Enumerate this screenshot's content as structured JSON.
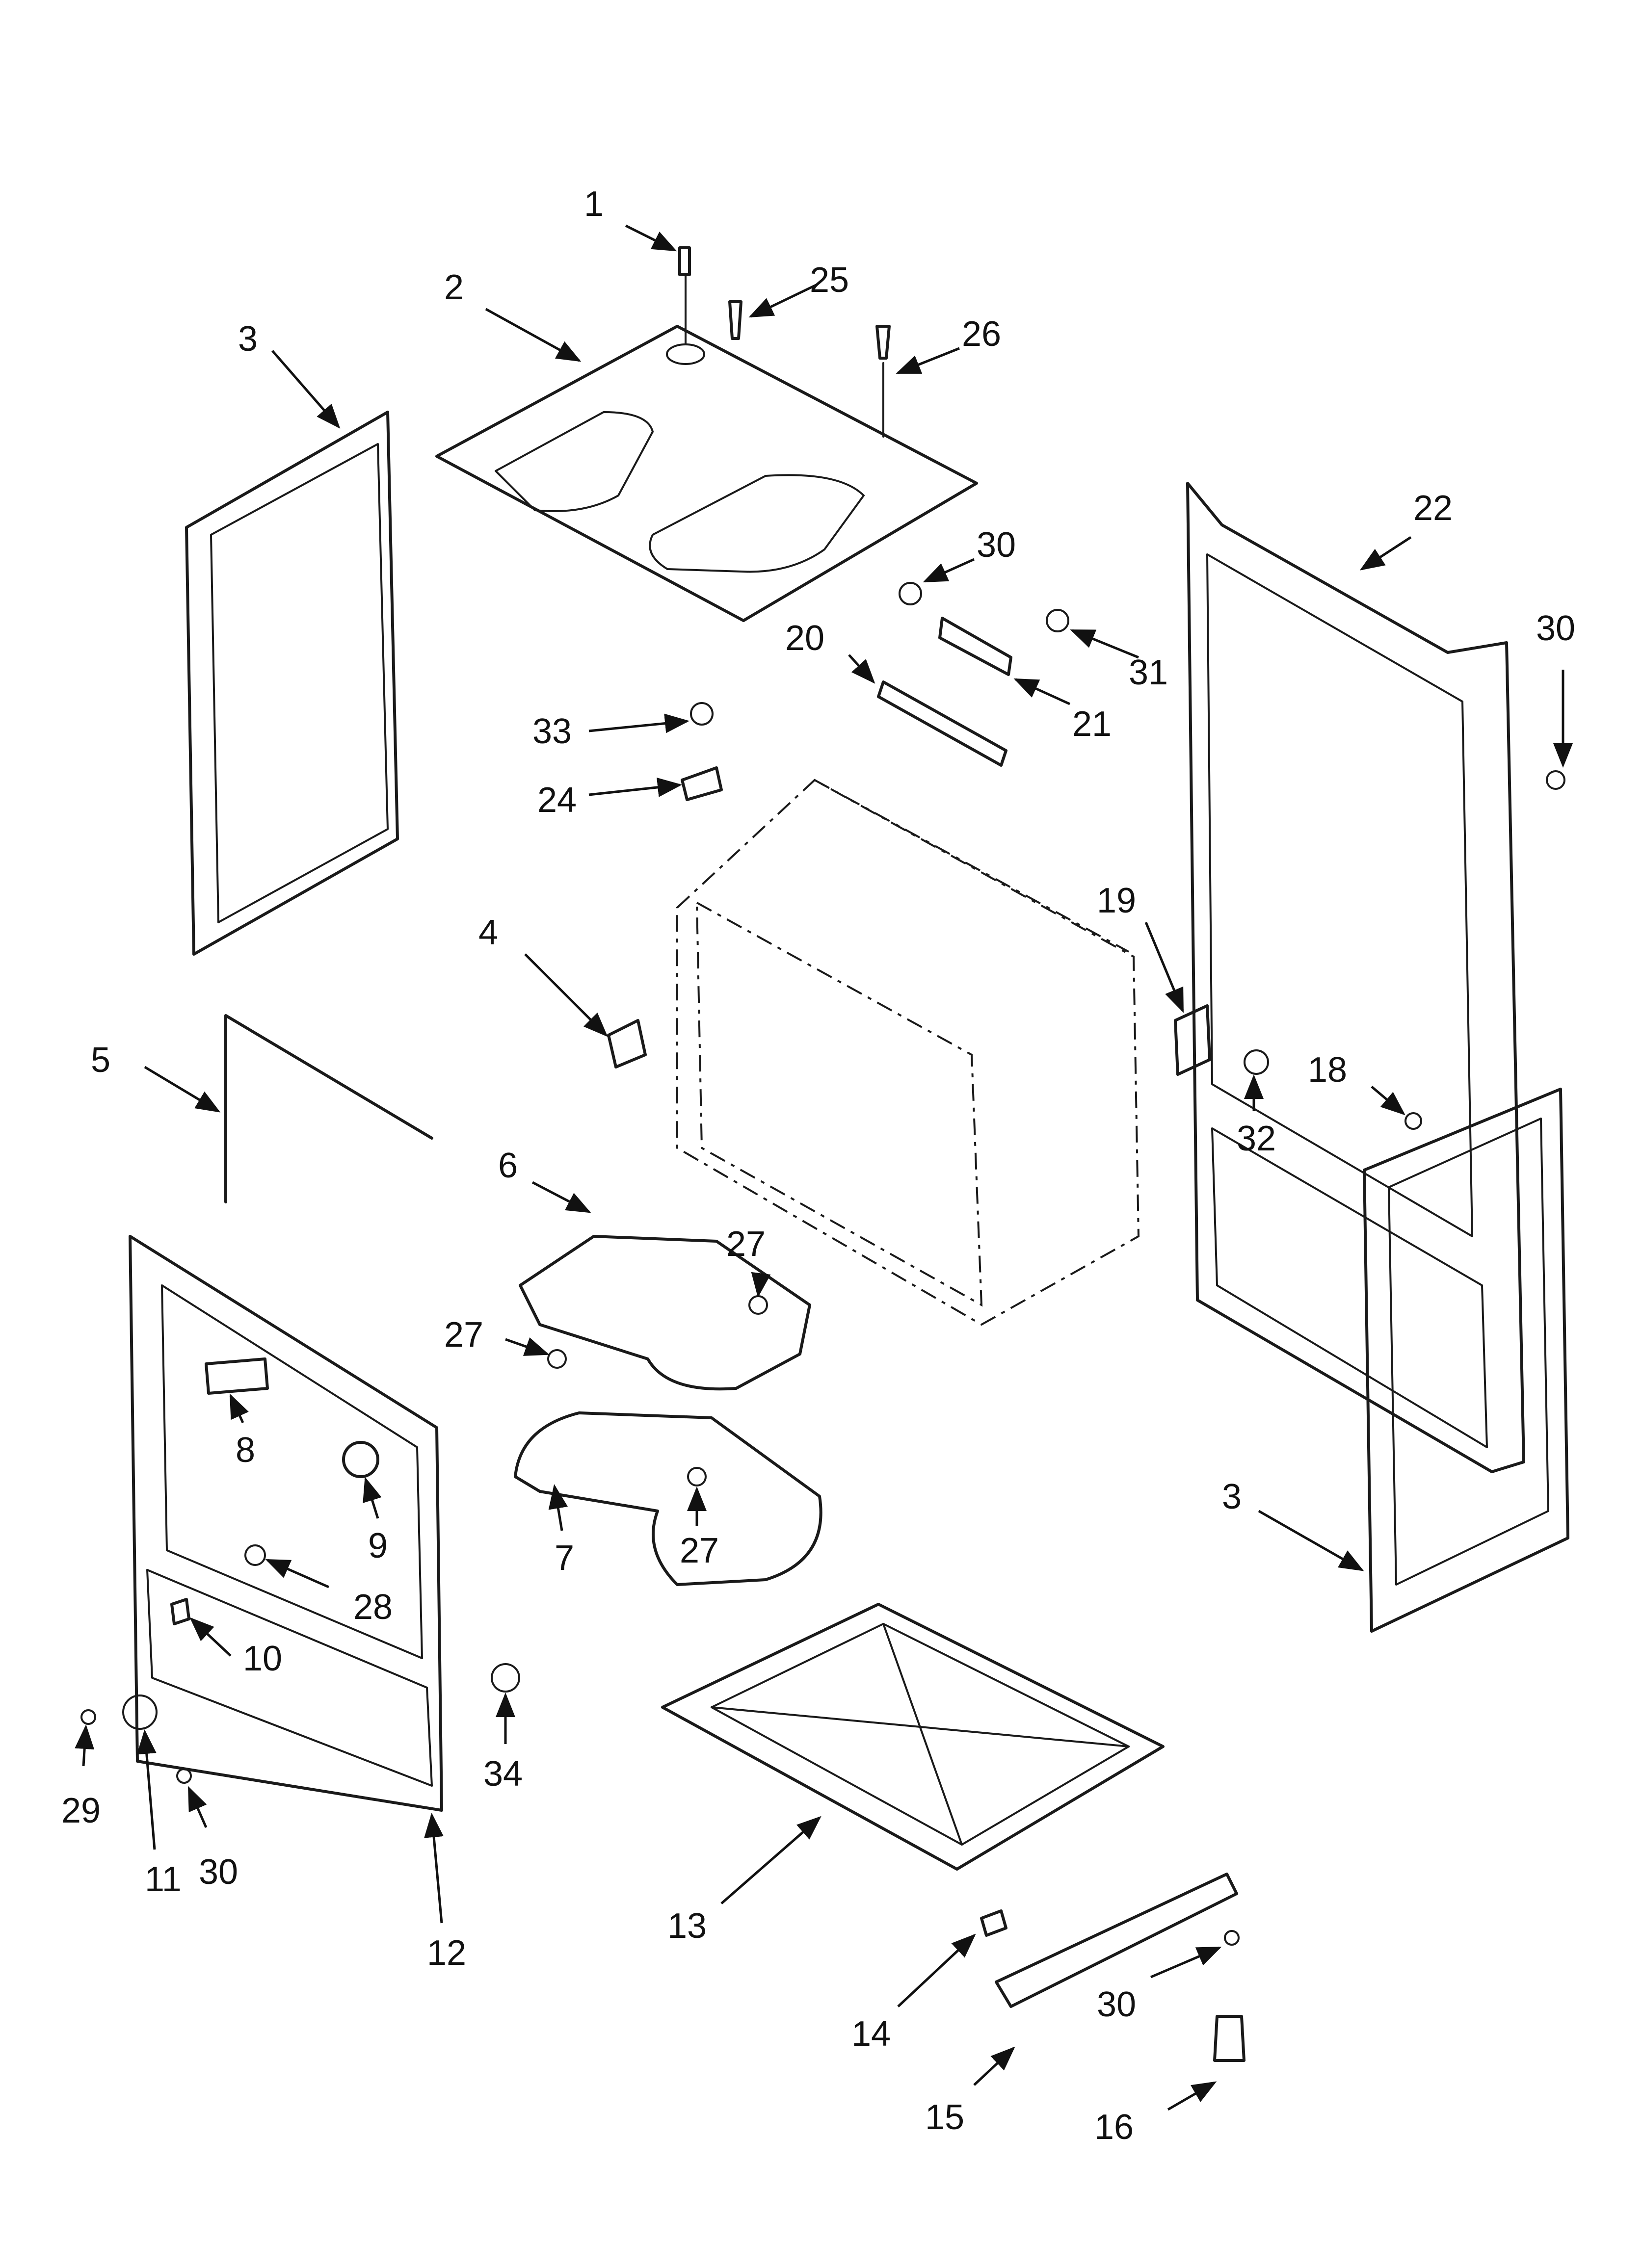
{
  "callouts": [
    {
      "text": "1"
    },
    {
      "text": "2"
    },
    {
      "text": "3"
    },
    {
      "text": "4"
    },
    {
      "text": "5"
    },
    {
      "text": "6"
    },
    {
      "text": "7"
    },
    {
      "text": "8"
    },
    {
      "text": "9"
    },
    {
      "text": "10"
    },
    {
      "text": "11"
    },
    {
      "text": "12"
    },
    {
      "text": "13"
    },
    {
      "text": "14"
    },
    {
      "text": "15"
    },
    {
      "text": "16"
    },
    {
      "text": "18"
    },
    {
      "text": "19"
    },
    {
      "text": "20"
    },
    {
      "text": "21"
    },
    {
      "text": "22"
    },
    {
      "text": "24"
    },
    {
      "text": "25"
    },
    {
      "text": "26"
    },
    {
      "text": "27"
    },
    {
      "text": "28"
    },
    {
      "text": "29"
    },
    {
      "text": "30"
    },
    {
      "text": "31"
    },
    {
      "text": "32"
    },
    {
      "text": "33"
    },
    {
      "text": "34"
    }
  ]
}
